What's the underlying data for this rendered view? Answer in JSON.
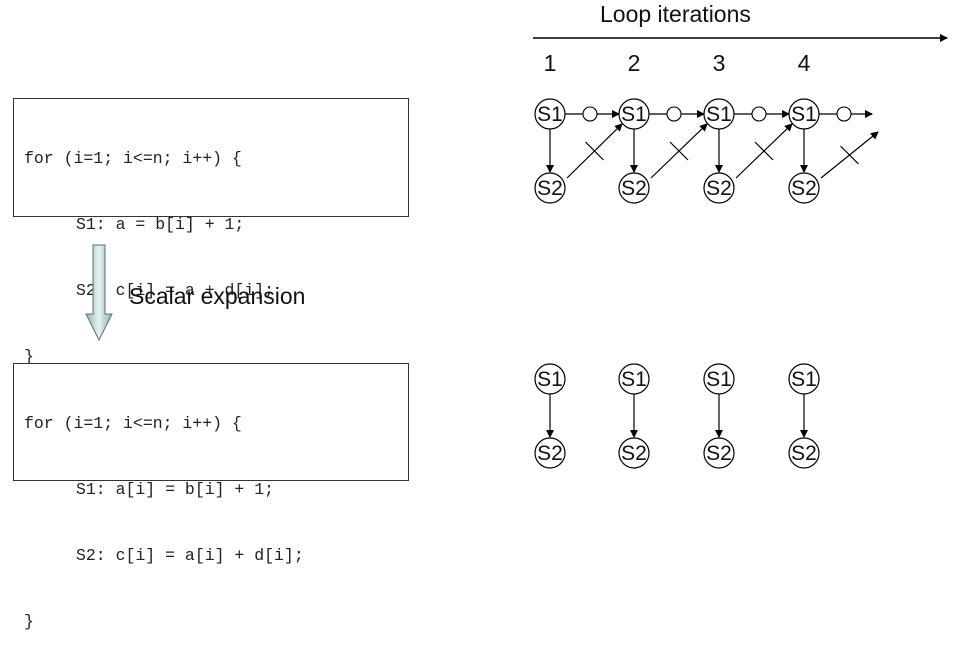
{
  "code_before": {
    "line1": "for (i=1; i<=n; i++) {",
    "line2": "S1: a = b[i] + 1;",
    "line3": "S2: c[i] = a + d[i];",
    "line4": "}"
  },
  "code_after": {
    "line1": "for (i=1; i<=n; i++) {",
    "line2": "S1: a[i] = b[i] + 1;",
    "line3": "S2: c[i] = a[i] + d[i];",
    "line4": "}"
  },
  "transformation_label": "Scalar expansion",
  "loop_iterations_label": "Loop iterations",
  "iterations": [
    "1",
    "2",
    "3",
    "4"
  ],
  "node_s1": "S1",
  "node_s2": "S2"
}
